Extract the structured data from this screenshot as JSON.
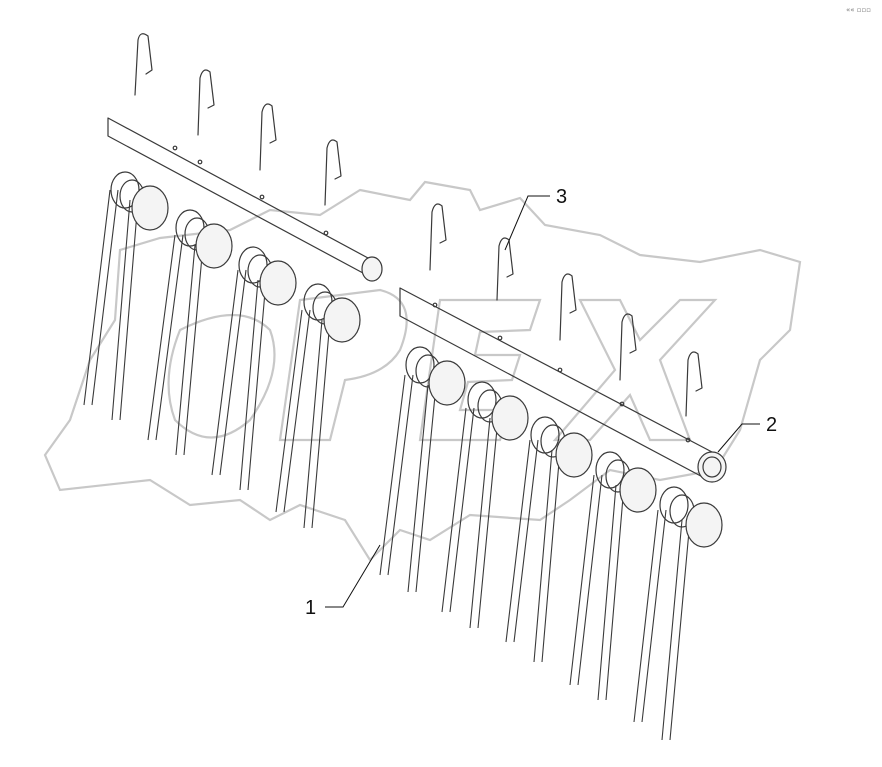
{
  "callouts": [
    {
      "id": "1",
      "label": "1"
    },
    {
      "id": "2",
      "label": "2"
    },
    {
      "id": "3",
      "label": "3"
    }
  ],
  "corner_mark": "«« ▫▫▫",
  "watermark": {
    "text": "OPEX",
    "color": "#c8c8c8"
  },
  "colors": {
    "line": "#3a3a3a",
    "callout": "#111111",
    "background": "#ffffff"
  }
}
